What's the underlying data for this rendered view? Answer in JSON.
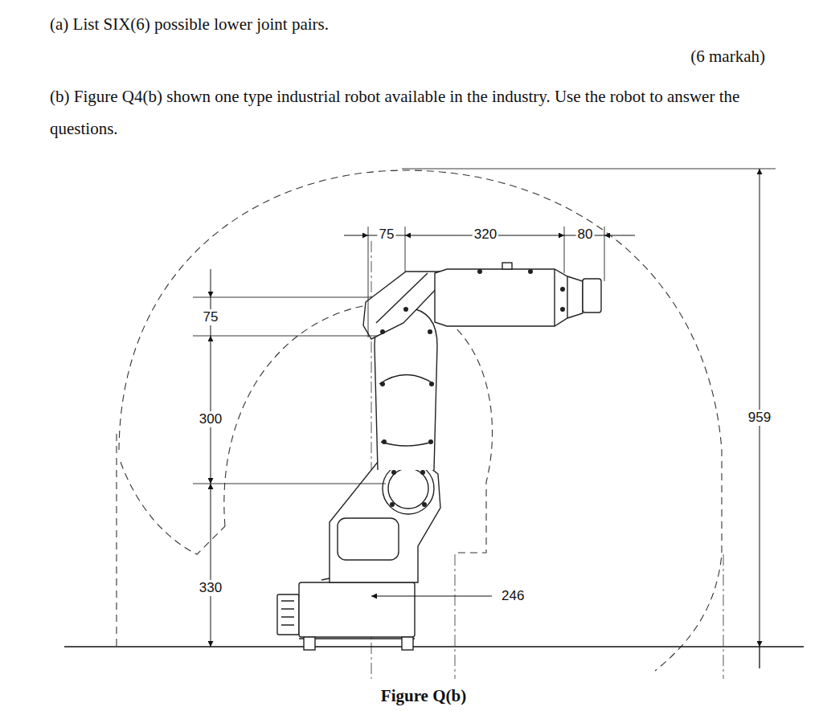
{
  "diagram": {
    "caption": "Figure Q(b)",
    "labels": [
      "(a) List SIX(6) possible lower joint pairs.",
      "(6 markah)",
      "(b) Figure Q4(b) shown one type industrial robot available in the industry. Use the robot to answer the questions.",
      "75",
      "320",
      "80",
      "75",
      "300",
      "959",
      "330",
      "246"
    ]
  }
}
